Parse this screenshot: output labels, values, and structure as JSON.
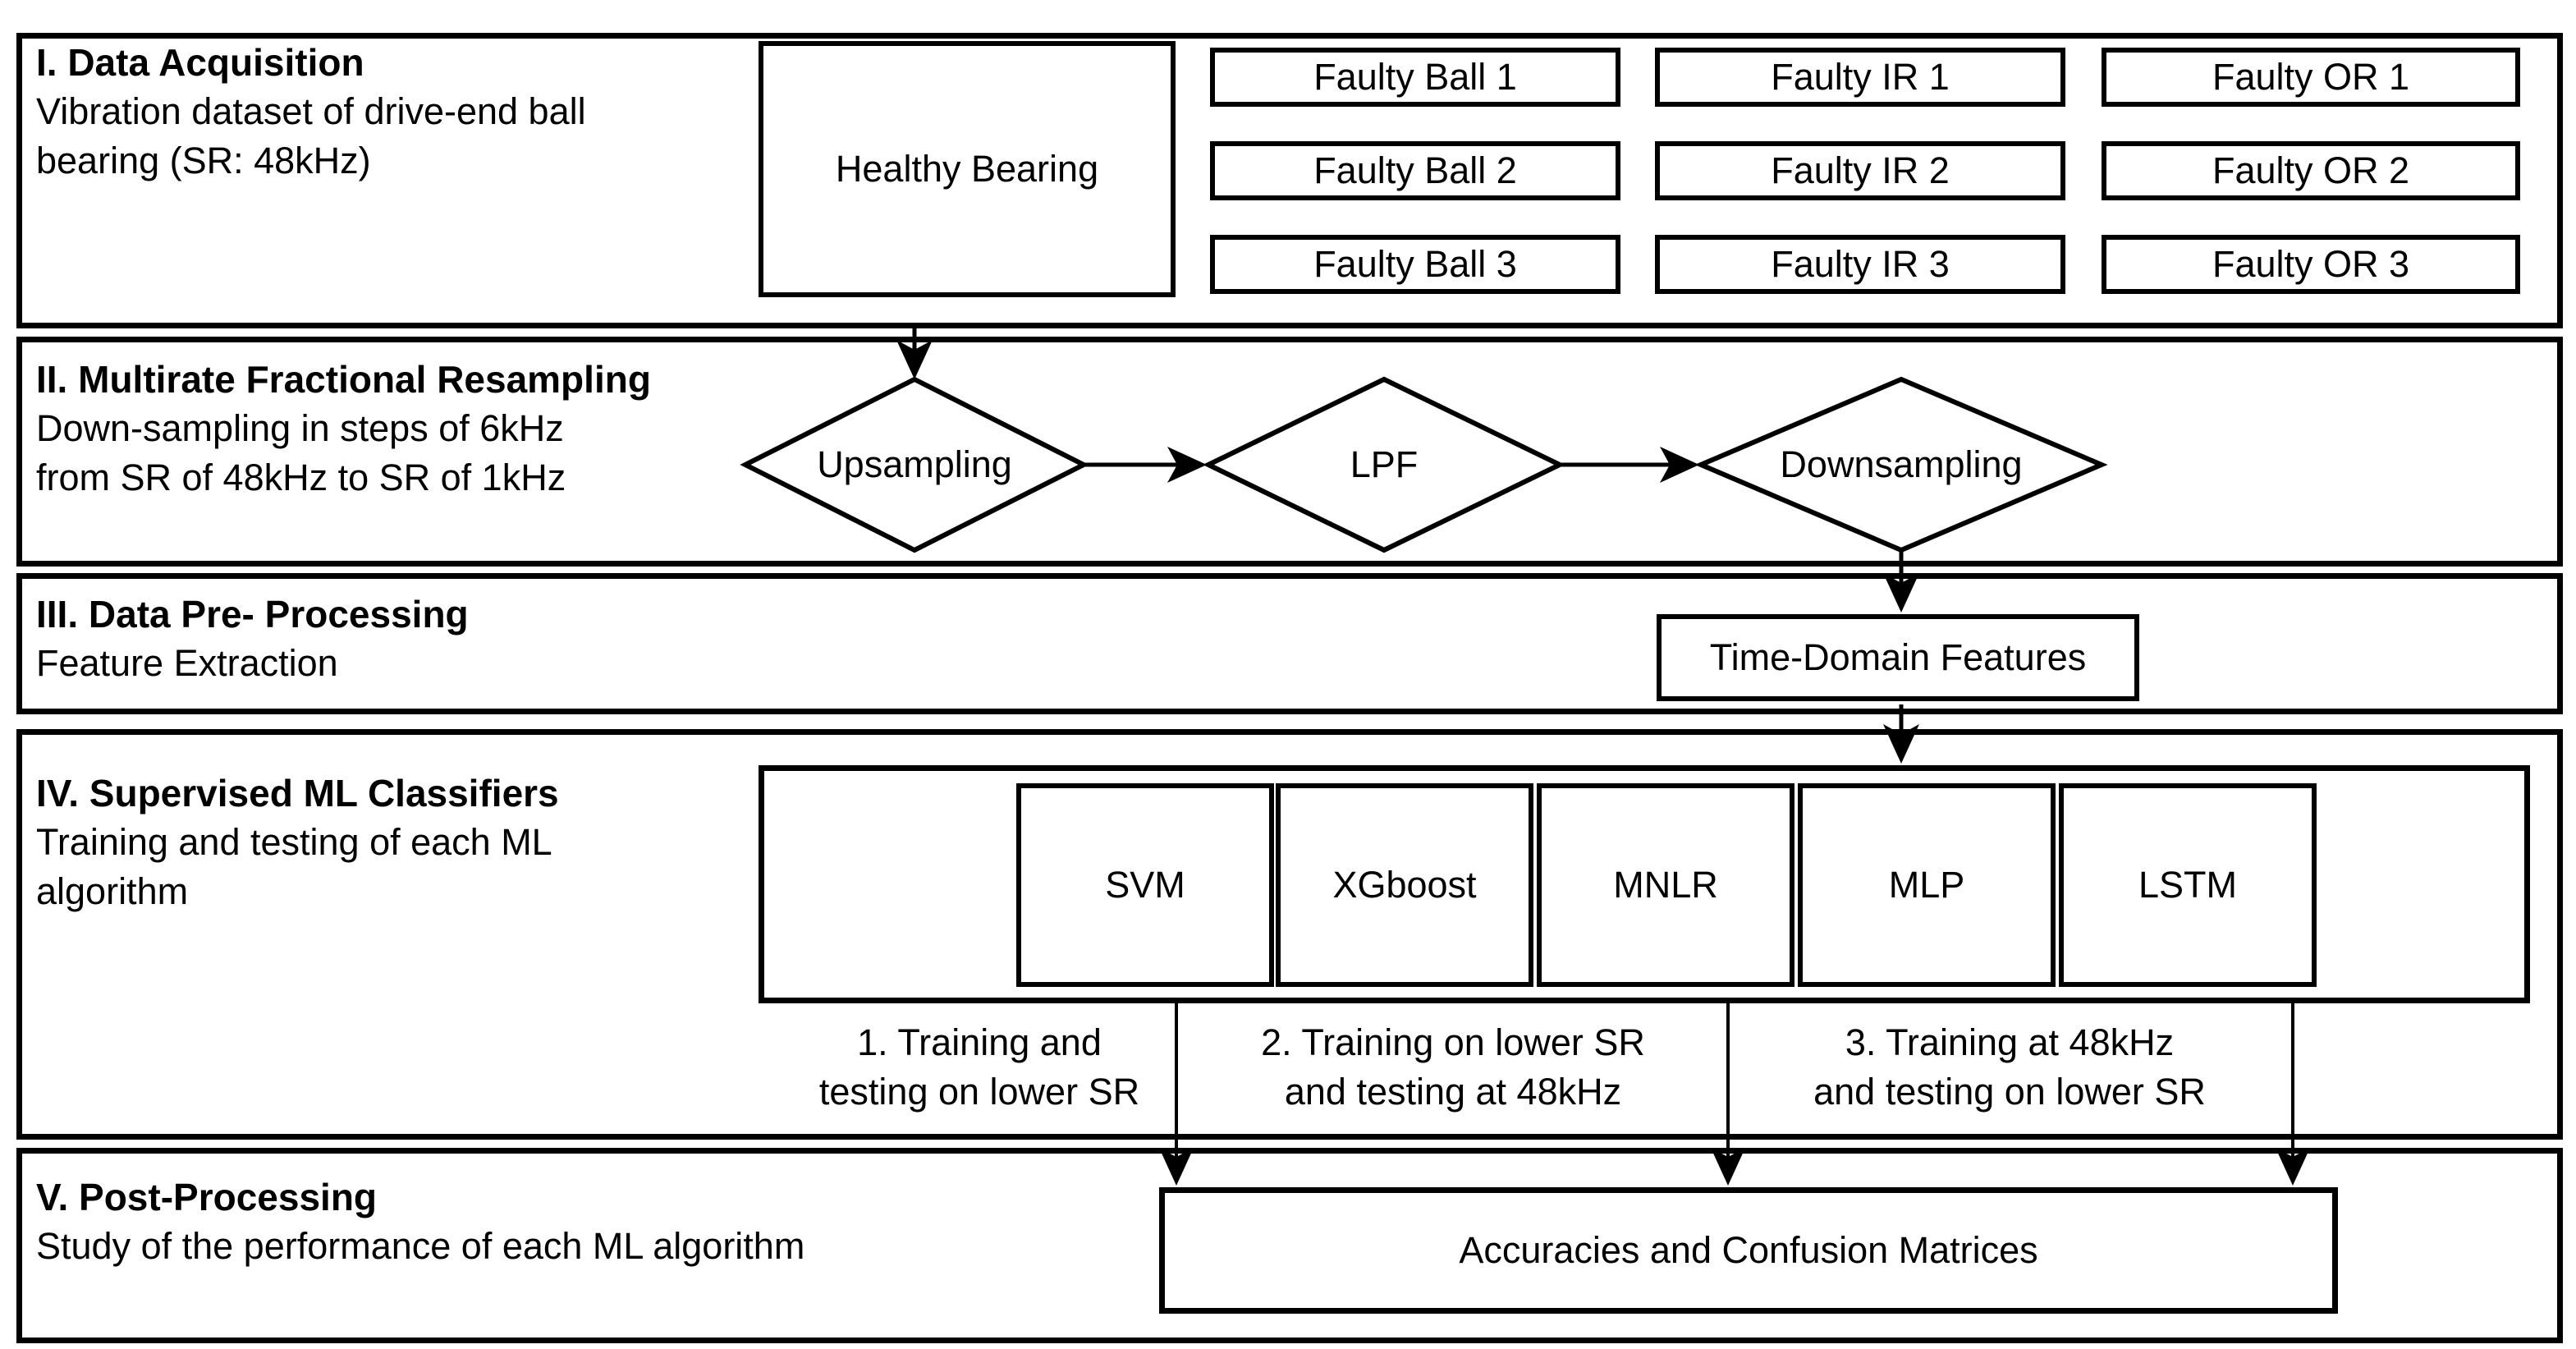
{
  "figure": {
    "background": "#ffffff",
    "ink": "#000000",
    "sections": [
      {
        "title": "I. Data Acquisition",
        "lines": [
          "Vibration dataset of drive-end ball",
          "bearing (SR: 48kHz)"
        ]
      },
      {
        "title": "II. Multirate Fractional Resampling",
        "lines": [
          "Down-sampling in steps of 6kHz",
          "from SR of 48kHz to SR of 1kHz"
        ]
      },
      {
        "title": "III. Data Pre- Processing",
        "lines": [
          "Feature Extraction"
        ]
      },
      {
        "title": "IV. Supervised ML Classifiers",
        "lines": [
          "Training and testing of each ML",
          "algorithm"
        ]
      },
      {
        "title": "V. Post-Processing",
        "lines": [
          "Study of the performance of each ML algorithm"
        ]
      }
    ],
    "healthy_label": "Healthy Bearing",
    "faulty_labels": [
      "Faulty Ball 1",
      "Faulty IR 1",
      "Faulty OR 1",
      "Faulty Ball 2",
      "Faulty IR 2",
      "Faulty OR 2",
      "Faulty Ball 3",
      "Faulty IR 3",
      "Faulty OR 3"
    ],
    "resampling_steps": [
      "Upsampling",
      "LPF",
      "Downsampling"
    ],
    "feature_box_label": "Time-Domain Features",
    "classifier_labels": [
      "SVM",
      "XGboost",
      "MNLR",
      "MLP",
      "LSTM"
    ],
    "experiment_captions": [
      {
        "line1": "1. Training and",
        "line2": "testing on lower SR"
      },
      {
        "line1": "2. Training on lower SR",
        "line2": "and testing at 48kHz"
      },
      {
        "line1": "3. Training at 48kHz",
        "line2": "and testing on lower SR"
      }
    ],
    "output_box_label": "Accuracies and Confusion Matrices"
  }
}
